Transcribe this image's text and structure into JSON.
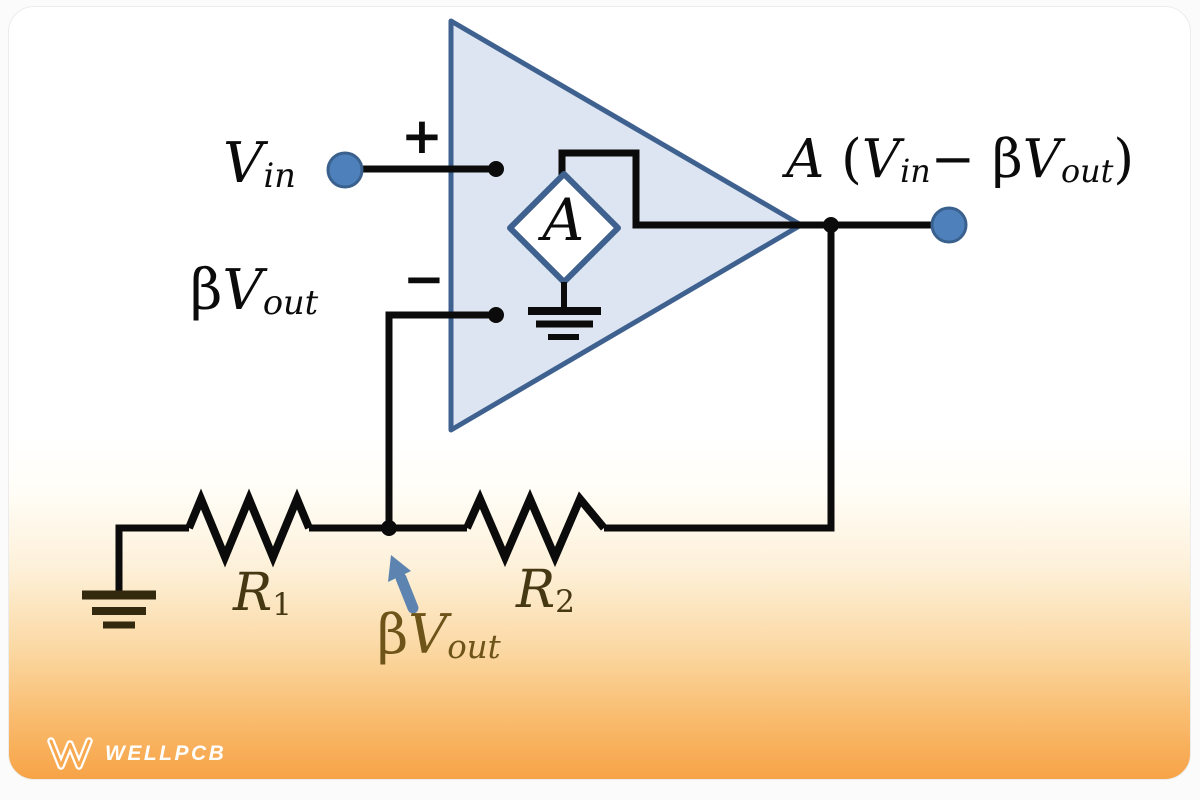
{
  "colors": {
    "accent_blue": "#4e80bb",
    "shape_outline_blue": "#3e618f",
    "opamp_fill": "#dce5f1",
    "wire_black": "#0b0b0b",
    "resistor_label_brown": "#453813",
    "feedback_label_brown": "#6e5418",
    "ground_symbol_brown": "#33290e",
    "arrow_blue": "#5d83b0",
    "card_bottom_orange": "#f7a347",
    "logo_white": "#ffffff"
  },
  "diagram": {
    "input_label": {
      "main": "V",
      "sub": "in"
    },
    "plus_sign": "+",
    "minus_sign": "−",
    "feedback_input_label": {
      "beta": "β",
      "main": "V",
      "sub": "out"
    },
    "gain_symbol": "A",
    "output_label": {
      "gain": "A",
      "open": "(",
      "v_in_main": "V",
      "v_in_sub": "in",
      "minus": "−",
      "beta": "β",
      "v_out_main": "V",
      "v_out_sub": "out",
      "close": ")"
    },
    "resistor1_label": {
      "main": "R",
      "sub": "1"
    },
    "resistor2_label": {
      "main": "R",
      "sub": "2"
    },
    "feedback_node_label": {
      "beta": "β",
      "main": "V",
      "sub": "out"
    }
  },
  "logo": {
    "brand": "WELLPCB"
  }
}
